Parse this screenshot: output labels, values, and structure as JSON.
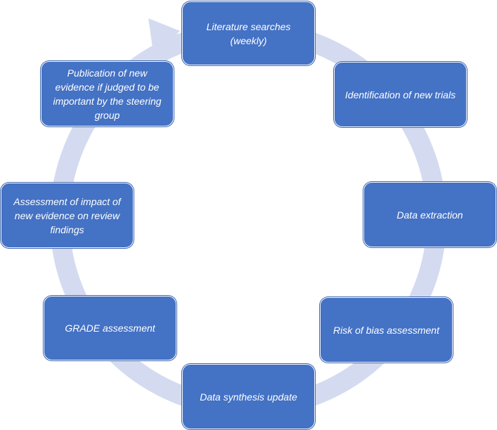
{
  "diagram": {
    "ring_color": "#d4dbf0",
    "node_color": "#4472c4",
    "nodes": [
      {
        "id": "literature",
        "label": "Literature searches (weekly)"
      },
      {
        "id": "identify",
        "label": "Identification of new trials"
      },
      {
        "id": "extraction",
        "label": "Data extraction"
      },
      {
        "id": "risk",
        "label": "Risk of bias assessment"
      },
      {
        "id": "synthesis",
        "label": "Data synthesis update"
      },
      {
        "id": "grade",
        "label": "GRADE assessment"
      },
      {
        "id": "impact",
        "label": "Assessment of impact of new evidence on review findings"
      },
      {
        "id": "publication",
        "label": "Publication of new evidence if judged to be important by the steering group"
      }
    ]
  }
}
